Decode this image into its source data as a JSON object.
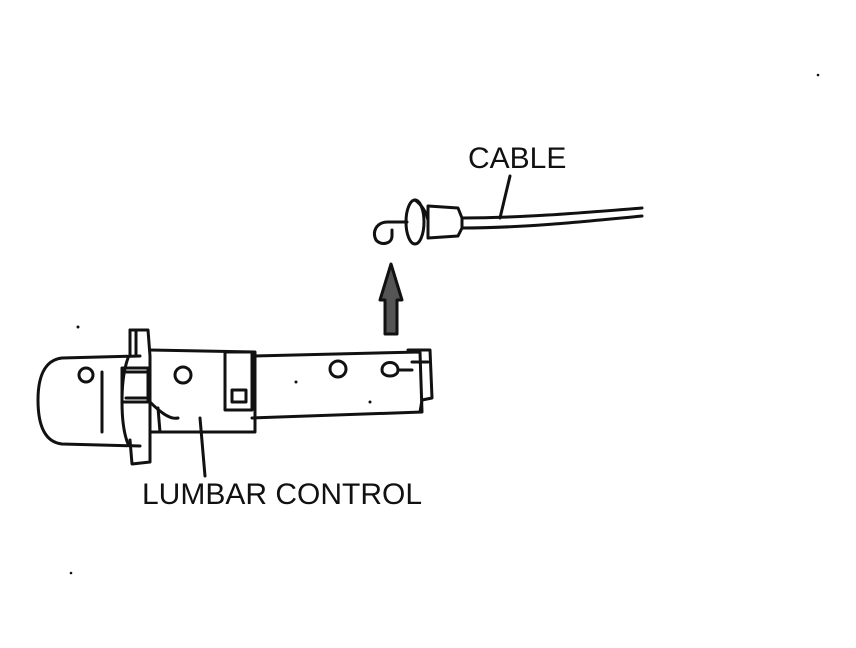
{
  "diagram": {
    "labels": {
      "cable": "CABLE",
      "lumbar_control": "LUMBAR CONTROL"
    },
    "components": [
      "cable-assembly",
      "lumbar-control-unit",
      "direction-arrow"
    ],
    "colors": {
      "ink": "#111111",
      "background": "#ffffff",
      "arrow_fill": "#555555"
    }
  }
}
